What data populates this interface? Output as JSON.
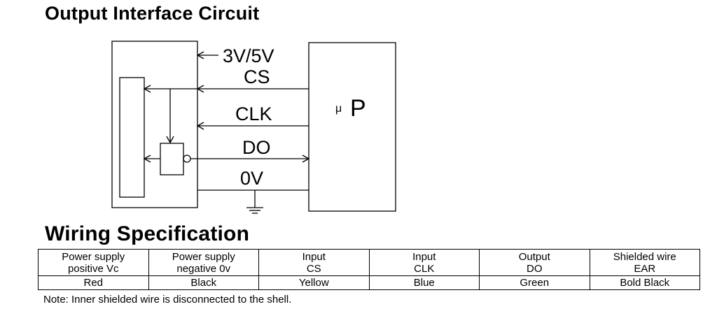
{
  "titles": {
    "circuit": "Output Interface Circuit",
    "wiring": "Wiring Specification"
  },
  "diagram": {
    "supply_label": "3V/5V",
    "signals": [
      "CS",
      "CLK",
      "DO",
      "0V"
    ],
    "mcu_label_mu": "μ",
    "mcu_label_p": "P"
  },
  "wiring": {
    "columns": [
      {
        "line1": "Power supply",
        "line2": "positive Vc",
        "color": "Red"
      },
      {
        "line1": "Power supply",
        "line2": "negative 0v",
        "color": "Black"
      },
      {
        "line1": "Input",
        "line2": "CS",
        "color": "Yellow"
      },
      {
        "line1": "Input",
        "line2": "CLK",
        "color": "Blue"
      },
      {
        "line1": "Output",
        "line2": "DO",
        "color": "Green"
      },
      {
        "line1": "Shielded wire",
        "line2": "EAR",
        "color": "Bold Black"
      }
    ],
    "note": "Note: Inner shielded wire is disconnected to the shell."
  }
}
